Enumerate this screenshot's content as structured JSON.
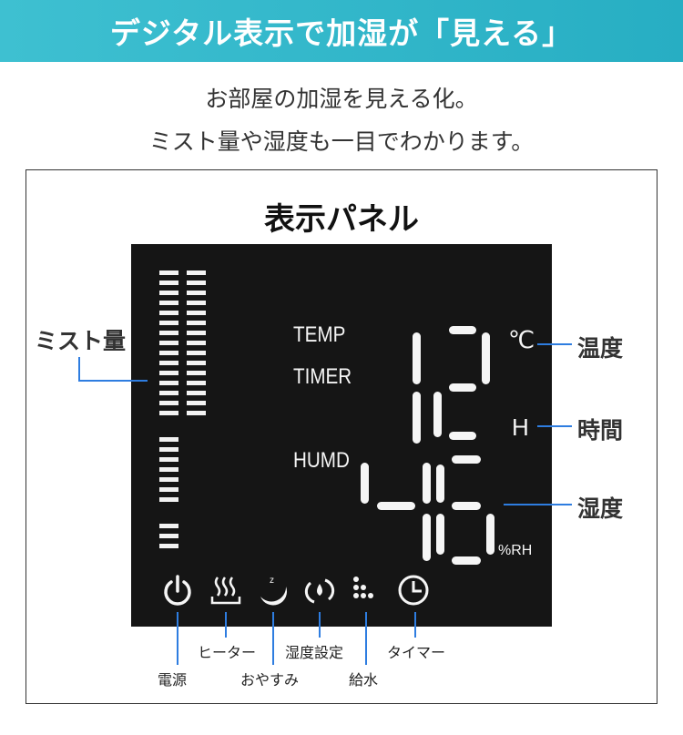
{
  "banner": {
    "title": "デジタル表示で加湿が「見える」"
  },
  "subtitle": {
    "line1": "お部屋の加湿を見える化。",
    "line2": "ミスト量や湿度も一目でわかります。"
  },
  "panel": {
    "title": "表示パネル",
    "lcd": {
      "temp_label": "TEMP",
      "timer_label": "TIMER",
      "humd_label": "HUMD",
      "top_value": "12",
      "bottom_value": "46",
      "unit_celsius": "℃",
      "unit_hour": "H",
      "unit_rh": "%RH"
    },
    "callouts": {
      "mist_amount": "ミスト量",
      "temperature": "温度",
      "time": "時間",
      "humidity": "湿度"
    },
    "icons": [
      {
        "icon": "power-icon",
        "label": "電源"
      },
      {
        "icon": "heater-icon",
        "label": "ヒーター"
      },
      {
        "icon": "sleep-moon-icon",
        "label": "おやすみ"
      },
      {
        "icon": "humidity-setting-icon",
        "label": "湿度設定"
      },
      {
        "icon": "water-supply-icon",
        "label": "給水"
      },
      {
        "icon": "timer-clock-icon",
        "label": "タイマー"
      }
    ]
  },
  "colors": {
    "banner": "#2fb5c8",
    "callout_line": "#2e7de0",
    "lcd_background": "#151515"
  }
}
